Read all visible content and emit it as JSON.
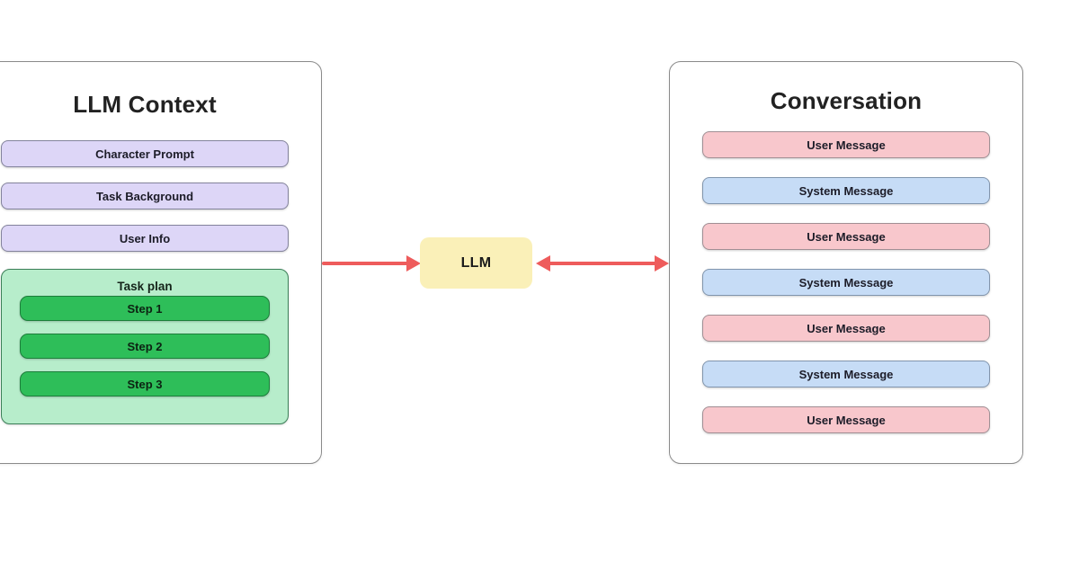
{
  "llm_context_panel": {
    "title": "LLM Context",
    "items": [
      {
        "label": "Character Prompt"
      },
      {
        "label": "Task Background"
      },
      {
        "label": "User Info"
      }
    ],
    "task_plan": {
      "title": "Task plan",
      "steps": [
        {
          "label": "Step 1"
        },
        {
          "label": "Step 2"
        },
        {
          "label": "Step 3"
        }
      ]
    }
  },
  "llm_node": {
    "label": "LLM"
  },
  "conversation_panel": {
    "title": "Conversation",
    "messages": [
      {
        "label": "User Message",
        "type": "user"
      },
      {
        "label": "System Message",
        "type": "system"
      },
      {
        "label": "User Message",
        "type": "user"
      },
      {
        "label": "System Message",
        "type": "system"
      },
      {
        "label": "User Message",
        "type": "user"
      },
      {
        "label": "System Message",
        "type": "system"
      },
      {
        "label": "User Message",
        "type": "user"
      }
    ]
  },
  "arrows": {
    "context_to_llm": {
      "direction": "right"
    },
    "llm_to_conversation": {
      "direction": "bidirectional"
    }
  },
  "colors": {
    "arrow": "#ee5c5c",
    "panel_border": "#8a8a8a",
    "lavender_fill": "#ddd6f7",
    "task_plan_fill": "#b7edcb",
    "step_fill": "#2ebe59",
    "user_message_fill": "#f8c7cc",
    "system_message_fill": "#c6dcf6",
    "llm_fill": "#faf0b8"
  }
}
